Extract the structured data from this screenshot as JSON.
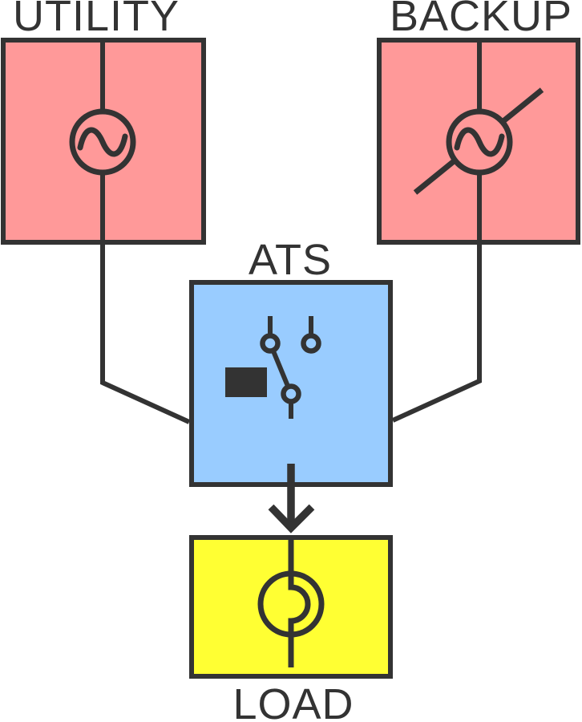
{
  "diagram": {
    "type": "power-transfer-one-line-diagram",
    "labels": {
      "utility": "UTILITY",
      "backup": "BACKUP",
      "ats": "ATS",
      "load": "LOAD"
    },
    "colors": {
      "source_fill": "#FF9999",
      "ats_fill": "#99CCFF",
      "load_fill": "#FFFF33",
      "line": "#333333",
      "background": "#FFFFFF"
    },
    "nodes": [
      {
        "id": "utility",
        "label": "UTILITY",
        "symbol": "ac-source"
      },
      {
        "id": "backup",
        "label": "BACKUP",
        "symbol": "generator-source"
      },
      {
        "id": "ats",
        "label": "ATS",
        "symbol": "transfer-switch"
      },
      {
        "id": "load",
        "label": "LOAD",
        "symbol": "load"
      }
    ],
    "connections": [
      {
        "from": "utility",
        "to": "ats"
      },
      {
        "from": "backup",
        "to": "ats"
      },
      {
        "from": "ats",
        "to": "load",
        "style": "arrow"
      }
    ]
  }
}
